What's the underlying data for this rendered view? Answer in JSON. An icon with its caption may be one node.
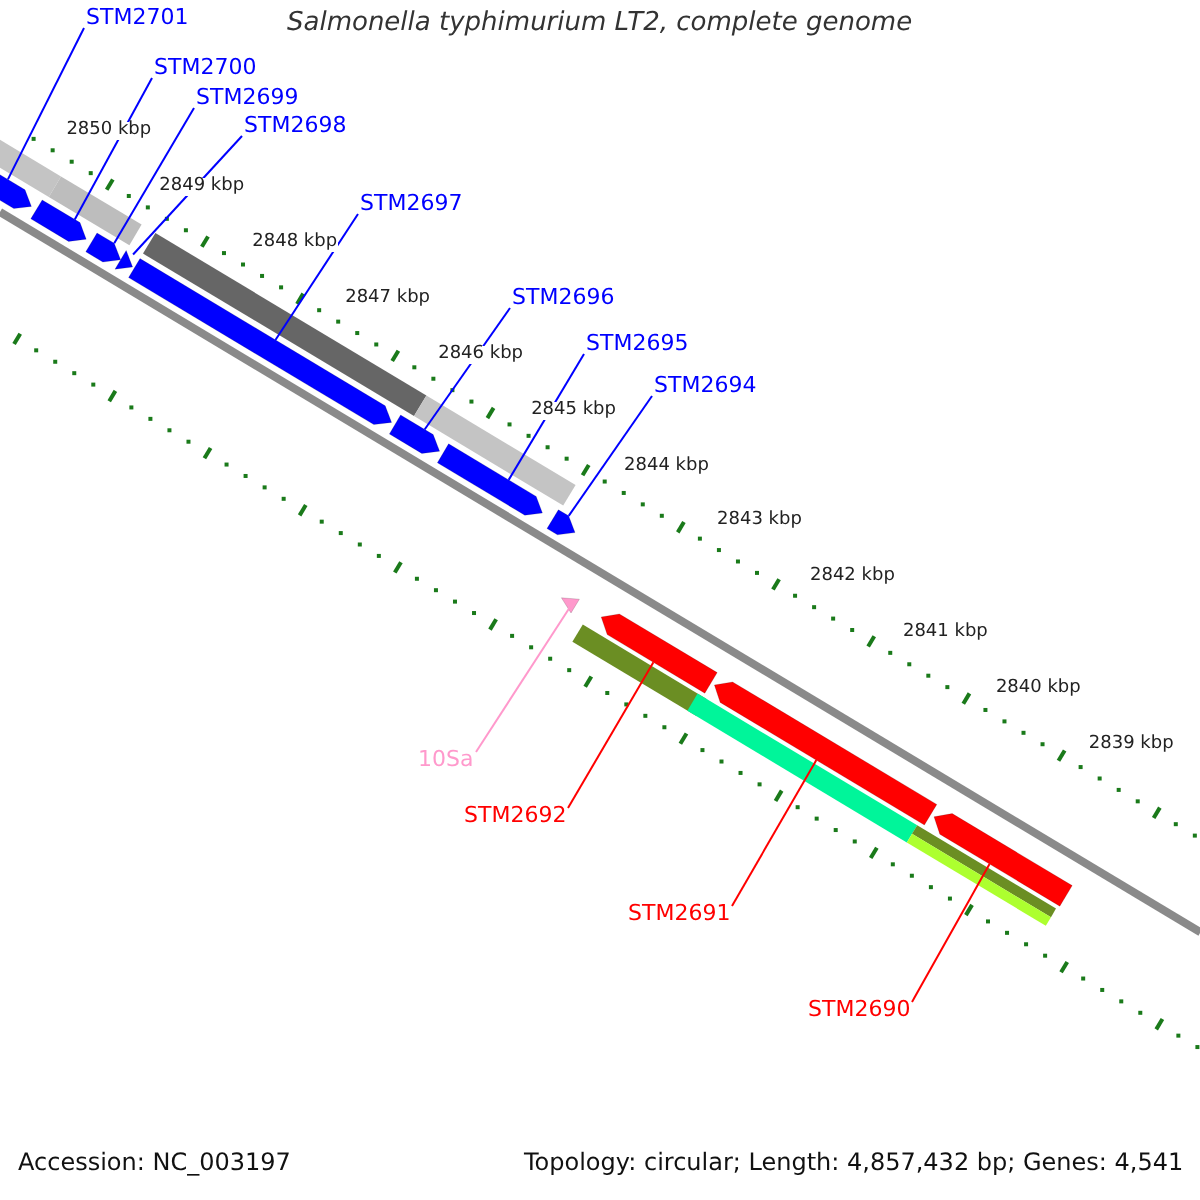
{
  "diagram": {
    "title": "Salmonella typhimurium LT2, complete genome",
    "nodes": [
      {
        "text": [
          "STM2701"
        ]
      },
      {
        "text": [],
        "shape": "arrow"
      },
      {
        "text": [
          "STM2700"
        ]
      },
      {
        "text": [],
        "shape": "arrow"
      },
      {
        "text": [
          "STM2699"
        ]
      },
      {
        "text": [],
        "shape": "arrow"
      },
      {
        "text": [
          "STM2698"
        ]
      },
      {
        "text": [],
        "shape": "arrow"
      },
      {
        "text": [
          "STM2697"
        ]
      },
      {
        "text": [],
        "shape": "arrow"
      },
      {
        "text": [
          "STM2696"
        ]
      },
      {
        "text": [],
        "shape": "arrow"
      },
      {
        "text": [
          "STM2695"
        ]
      },
      {
        "text": [],
        "shape": "arrow"
      },
      {
        "text": [
          "STM2694"
        ]
      },
      {
        "text": [],
        "shape": "arrow"
      },
      {
        "text": [
          "10Sa"
        ]
      },
      {
        "text": [],
        "shape": "triangle"
      },
      {
        "text": [
          "STM2692"
        ]
      },
      {
        "text": [],
        "shape": "arrow"
      },
      {
        "text": [
          "STM2691"
        ]
      },
      {
        "text": [],
        "shape": "arrow"
      },
      {
        "text": [
          "STM2690"
        ]
      },
      {
        "text": [],
        "shape": "arrow"
      }
    ],
    "edges": [
      {
        "from": 0,
        "to": 1,
        "arrow": "none"
      },
      {
        "from": 2,
        "to": 3,
        "arrow": "none"
      },
      {
        "from": 4,
        "to": 5,
        "arrow": "none"
      },
      {
        "from": 6,
        "to": 7,
        "arrow": "none"
      },
      {
        "from": 8,
        "to": 9,
        "arrow": "none"
      },
      {
        "from": 10,
        "to": 11,
        "arrow": "none"
      },
      {
        "from": 12,
        "to": 13,
        "arrow": "none"
      },
      {
        "from": 14,
        "to": 15,
        "arrow": "none"
      },
      {
        "from": 16,
        "to": 17,
        "arrow": "none",
        "color": "#ff99cc"
      },
      {
        "from": 18,
        "to": 19,
        "arrow": "none",
        "color": "#ff0000"
      },
      {
        "from": 20,
        "to": 21,
        "arrow": "none",
        "color": "#ff0000"
      },
      {
        "from": 22,
        "to": 23,
        "arrow": "none",
        "color": "#ff0000"
      }
    ],
    "labels": [
      "2850 kbp",
      "2849 kbp",
      "2848 kbp",
      "2847 kbp",
      "2846 kbp",
      "2845 kbp",
      "2844 kbp",
      "2843 kbp",
      "2842 kbp",
      "2841 kbp",
      "2840 kbp",
      "2839 kbp",
      "Accession: NC_003197",
      "Topology: circular; Length: 4,857,432 bp; Genes: 4,541"
    ]
  }
}
